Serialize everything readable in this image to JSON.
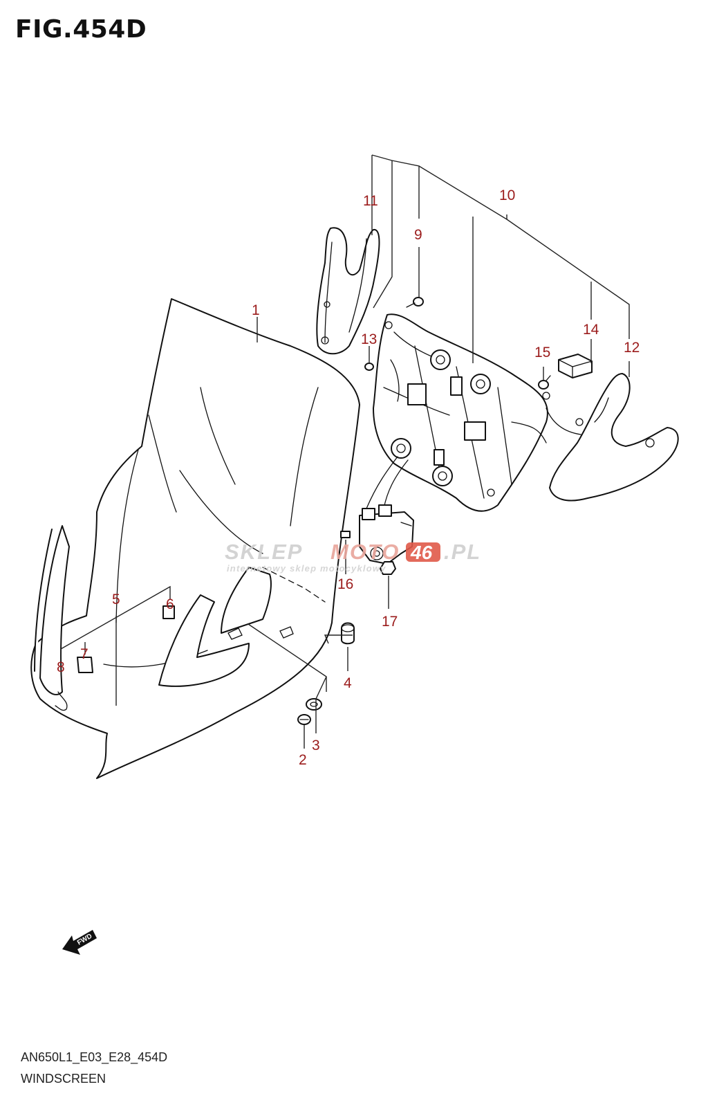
{
  "figure_title": "FIG.454D",
  "model_code": "AN650L1_E03_E28_454D",
  "section_name": "WINDSCREEN",
  "fwd_label": "FWD",
  "watermark": {
    "brand_a": "SKLEP",
    "brand_b": "MOTO",
    "brand_c": "46",
    "brand_d": ".PL",
    "tagline": "internetowy sklep motocyklowy"
  },
  "callouts": [
    "1",
    "2",
    "3",
    "4",
    "5",
    "6",
    "7",
    "8",
    "9",
    "10",
    "11",
    "12",
    "13",
    "14",
    "15",
    "16",
    "17"
  ],
  "colors": {
    "callout": "#9b1c1c",
    "line": "#111111",
    "watermark_grey": "#cfcfcf",
    "watermark_red": "#e05a4a"
  }
}
